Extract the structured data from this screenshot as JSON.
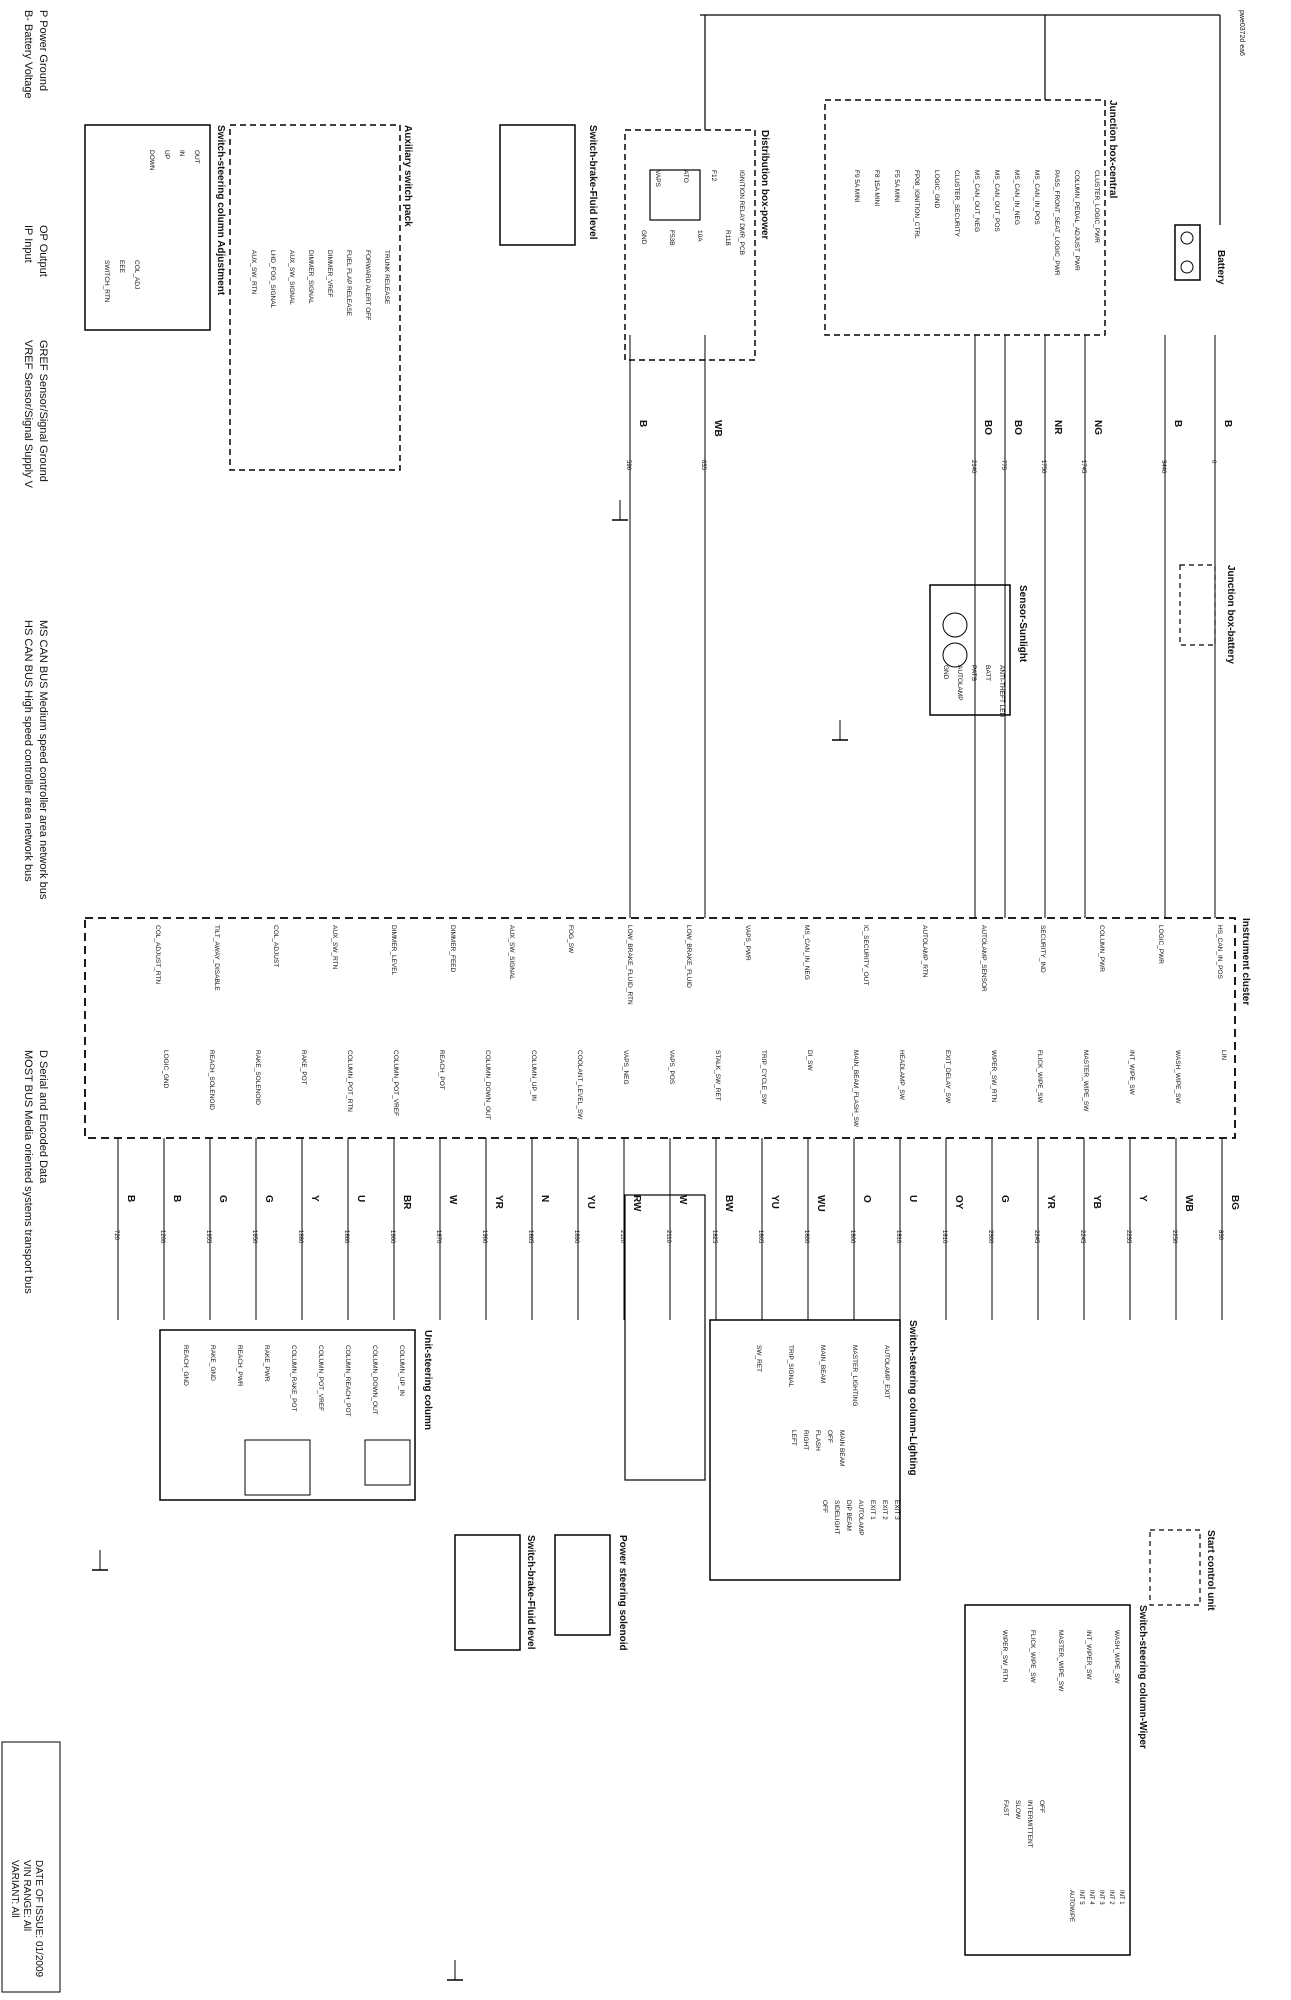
{
  "corner_ref": "pwe0372d ea6",
  "variant": "VARIANT: All",
  "vin_range": "VIN RANGE: All",
  "date_of_issue": "DATE OF ISSUE: 01/2009",
  "legend_left": [
    {
      "code": "B-",
      "text": "Battery Voltage"
    },
    {
      "code": "P",
      "text": "Power Ground"
    },
    {
      "code": "IP",
      "text": "Input"
    },
    {
      "code": "OP",
      "text": "Output"
    },
    {
      "code": "VREF",
      "text": "Sensor/Signal Supply V"
    },
    {
      "code": "GREF",
      "text": "Sensor/Signal Ground"
    },
    {
      "code": "HS CAN BUS",
      "text": "High speed controller area network bus"
    },
    {
      "code": "MS CAN BUS",
      "text": "Medium speed controller area network bus"
    },
    {
      "code": "MOST BUS",
      "text": "Media oriented systems transport bus"
    },
    {
      "code": "D",
      "text": "Serial and Encoded Data"
    }
  ],
  "components": {
    "battery": "Battery",
    "jb_battery": "Junction box-battery",
    "jb_central": "Junction box-central",
    "dist_power": "Distribution box-power",
    "sensor_sunlight": "Sensor-Sunlight",
    "switch_brake_left": "Switch-brake-Fluid level",
    "aux_switch_pack": "Auxiliary switch pack",
    "switch_col_adj": "Switch-steering column Adjustment",
    "instrument_cluster": "Instrument cluster",
    "start_control": "Start control unit",
    "switch_wiper": "Switch-steering column-Wiper",
    "switch_lighting": "Switch-steering column-Lighting",
    "ps_solenoid": "Power steering solenoid",
    "unit_steering": "Unit-steering column",
    "switch_brake_right": "Switch-brake-Fluid level"
  },
  "jb_central_labels": [
    "CLUSTER_LOGIC_PWR",
    "COLUMN_PEDAL_ADJUST_PWR",
    "PASS_FRONT_SEAT_LOGIC_PWR",
    "MS_CAN_IN_POS",
    "MS_CAN_IN_NEG",
    "MS_CAN_OUT_POS",
    "MS_CAN_OUT_NEG",
    "CLUSTER_SECURITY",
    "LOGIC_GND",
    "FP08_IGNITION_CTRL",
    "F5 5A MINI",
    "F8 15A MINI",
    "F9 5A MINI"
  ],
  "dist_power_labels": [
    "IGNITION RELAY DMR_PCB",
    "R11B",
    "F12",
    "10A",
    "ATO",
    "F53B",
    "VAPS",
    "GND"
  ],
  "aux_labels": [
    "TRUNK RELEASE",
    "FORWARD ALERT OFF",
    "FUEL FLAP RELEASE",
    "DIMMER_VREF",
    "DIMMER_SIGNAL",
    "AUX_SW_SIGNAL",
    "LHD_FOG_SIGNAL",
    "AUX_SW_RTN"
  ],
  "col_adj_labels": [
    "OUT",
    "IN",
    "UP",
    "DOWN",
    "COL_ADJ",
    "EEE",
    "SWITCH_RTN"
  ],
  "sunlight_labels": [
    "ANTI-THEFT LED",
    "BATT",
    "PATS",
    "AUTOLAMP",
    "GND"
  ],
  "wiper_labels": [
    "WASH_WIPE_SW",
    "INT_WIPER_SW",
    "MASTER_WIPE_SW",
    "FLICK_WIPE_SW",
    "WIPER_SW_RTN",
    "OFF",
    "INTERMITTENT",
    "SLOW",
    "FAST",
    "INT 1",
    "INT 2",
    "INT 3",
    "INT 4",
    "INT 5",
    "AUTOWIPE"
  ],
  "lighting_labels": [
    "AUTOLAMP_EXIT",
    "MASTER_LIGHTING",
    "MAIN_BEAM",
    "TRIP_SIGNAL",
    "SW_RET",
    "MAIN BEAM",
    "OFF",
    "FLASH",
    "RIGHT",
    "LEFT",
    "EXIT 3",
    "EXIT 2",
    "EXIT 1",
    "AUTOLAMP",
    "DIP BEAM",
    "SIDELIGHT",
    "OFF"
  ],
  "unit_steering_labels": [
    "COLUMN_UP_IN",
    "COLUMN_DOWN_OUT",
    "COLUMN_REACH_POT",
    "COLUMN_POT_VREF",
    "COLUMN_RAKE_POT",
    "RAKE_PWR",
    "REACH_PWR",
    "RAKE_GND",
    "REACH_GND"
  ],
  "ic_left_pins": [
    "HS_CAN_IN_POS",
    "LOGIC_PWR",
    "COLUMN_PWR",
    "SECURITY_IND",
    "AUTOLAMP_SENSOR",
    "AUTOLAMP_RTN",
    "IC_SECURITY_OUT",
    "MS_CAN_IN_NEG",
    "VAPS_PWR",
    "LOW_BRAKE_FLUID",
    "LOW_BRAKE_FLUID_RTN",
    "FOG_SW",
    "AUX_SW_SIGNAL",
    "DIMMER_FEED",
    "DIMMER_LEVEL",
    "AUX_SW_RTN",
    "COL_ADJUST",
    "TILT_AWAY_DISABLE",
    "COL_ADJUST_RTN"
  ],
  "ic_right_pins": [
    "LIN",
    "WASH_WIPE_SW",
    "INT_WIPE_SW",
    "MASTER_WIPE_SW",
    "FLICK_WIPE_SW",
    "WIPER_SW_RTN",
    "EXIT_DELAY_SW",
    "HEADLAMP_SW",
    "MAIN_BEAM_FLASH_SW",
    "DI_SW",
    "TRIP_CYCLE_SW",
    "STALK_SW_RET",
    "VAPS_POS",
    "VAPS_NEG",
    "COOLANT_LEVEL_SW",
    "COLUMN_UP_IN",
    "COLUMN_DOWN_OUT",
    "REACH_POT",
    "COLUMN_POT_VREF",
    "COLUMN_POT_RTN",
    "RAKE_POT",
    "RAKE_SOLENOID",
    "REACH_SOLENOID",
    "LOGIC_GND"
  ],
  "top_wires": [
    {
      "label": "B",
      "code": "0"
    },
    {
      "label": "B",
      "code": "3440"
    },
    {
      "label": "NG",
      "code": "1745"
    },
    {
      "label": "NR",
      "code": "1750"
    },
    {
      "label": "BO",
      "code": "775"
    },
    {
      "label": "BO",
      "code": "2140"
    },
    {
      "label": "WB",
      "code": "635"
    },
    {
      "label": "B",
      "code": "596"
    }
  ],
  "bottom_wires": [
    {
      "label": "BG",
      "code": "830"
    },
    {
      "label": "WB",
      "code": "2250"
    },
    {
      "label": "Y",
      "code": "2235"
    },
    {
      "label": "YB",
      "code": "2245"
    },
    {
      "label": "YR",
      "code": "2245"
    },
    {
      "label": "G",
      "code": "2300"
    },
    {
      "label": "OY",
      "code": "1810"
    },
    {
      "label": "U",
      "code": "1810"
    },
    {
      "label": "O",
      "code": "1800"
    },
    {
      "label": "WU",
      "code": "1800"
    },
    {
      "label": "YU",
      "code": "1805"
    },
    {
      "label": "BW",
      "code": "1825"
    },
    {
      "label": "W",
      "code": "2110"
    },
    {
      "label": "RW",
      "code": "2110"
    },
    {
      "label": "YU",
      "code": "1890"
    },
    {
      "label": "N",
      "code": "1865"
    },
    {
      "label": "YR",
      "code": "1960"
    },
    {
      "label": "W",
      "code": "1870"
    },
    {
      "label": "BR",
      "code": "1960"
    },
    {
      "label": "U",
      "code": "1860"
    },
    {
      "label": "Y",
      "code": "1880"
    },
    {
      "label": "G",
      "code": "1950"
    },
    {
      "label": "G",
      "code": "1955"
    },
    {
      "label": "B",
      "code": "1200"
    },
    {
      "label": "B",
      "code": "720"
    }
  ]
}
